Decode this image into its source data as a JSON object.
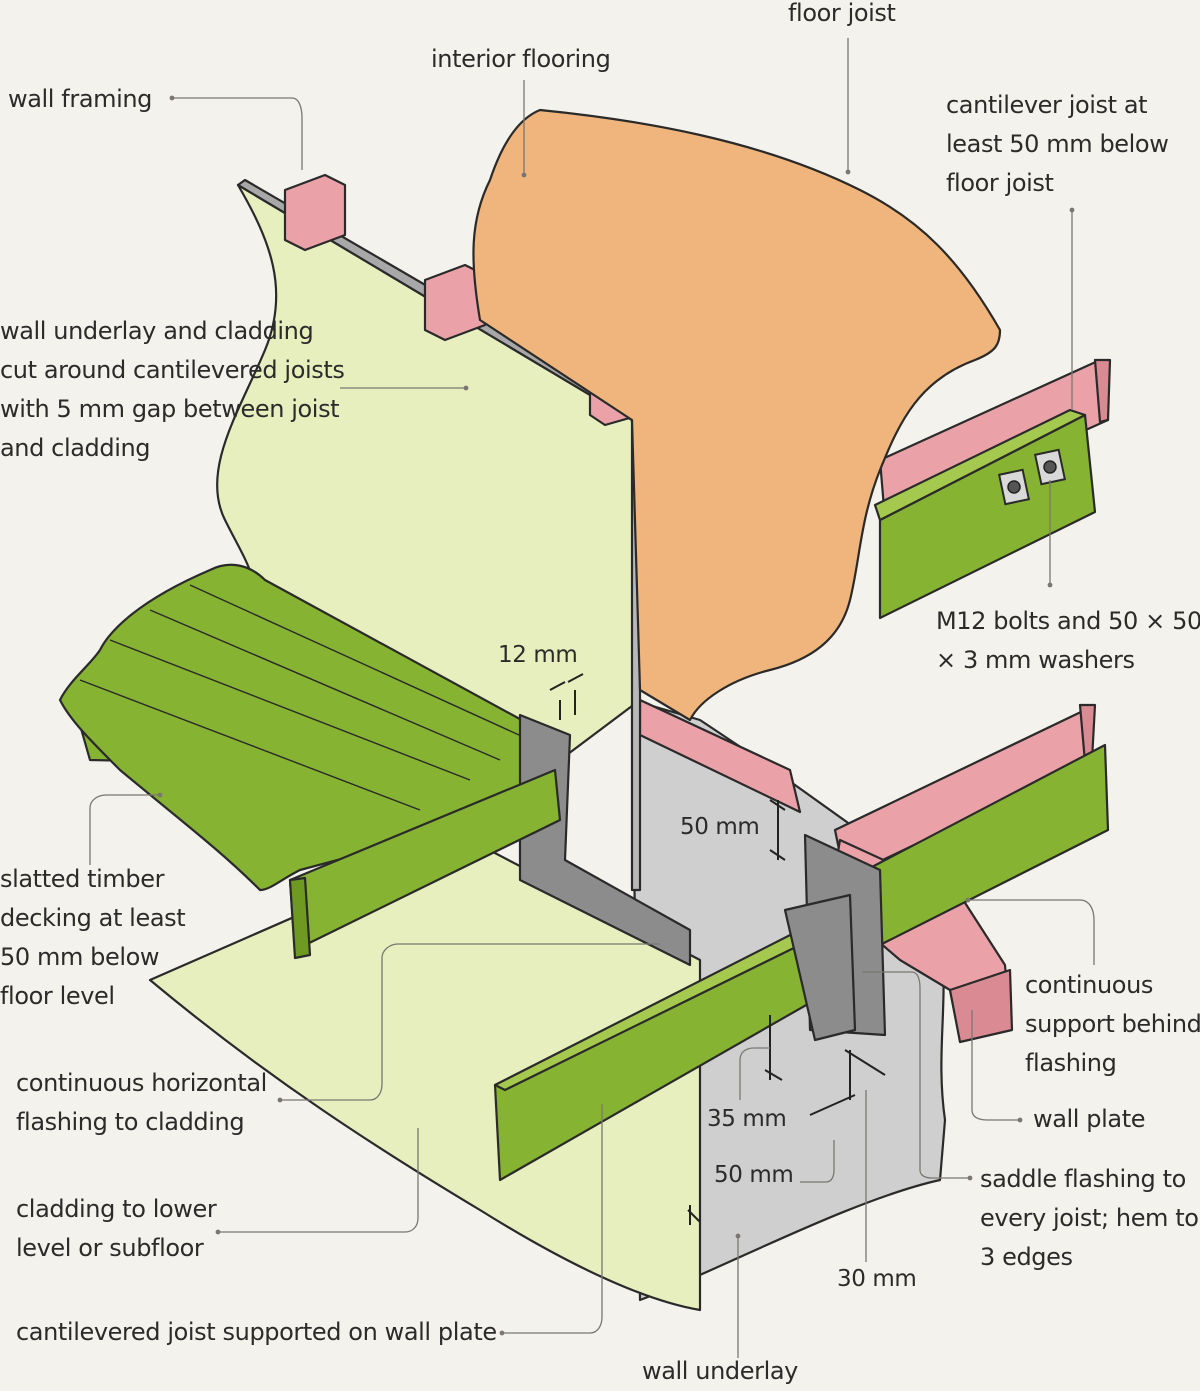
{
  "labels": {
    "floor_joist": "floor joist",
    "interior_flooring": "interior flooring",
    "wall_framing": "wall framing",
    "cantilever_joist": [
      "cantilever joist at",
      "least 50 mm below",
      "floor joist"
    ],
    "wall_underlay_cladding": [
      "wall underlay and cladding",
      "cut around cantilevered joists",
      "with 5 mm gap between joist",
      "and cladding"
    ],
    "m12_bolts": [
      "M12 bolts and 50 × 50",
      "× 3 mm washers"
    ],
    "slatted_decking": [
      "slatted timber",
      "decking at least",
      "50 mm below",
      "floor level"
    ],
    "continuous_support": [
      "continuous",
      "support behind",
      "flashing"
    ],
    "wall_plate": "wall plate",
    "horizontal_flashing": [
      "continuous horizontal",
      "flashing to cladding"
    ],
    "cladding_lower": [
      "cladding to lower",
      "level or subfloor"
    ],
    "saddle_flashing": [
      "saddle flashing to",
      "every joist; hem to",
      "3 edges"
    ],
    "cantilevered_joist_plate": "cantilevered joist supported on wall plate",
    "wall_underlay": "wall underlay"
  },
  "dimensions": {
    "d12": "12 mm",
    "d50_top": "50 mm",
    "d35": "35 mm",
    "d50_bottom": "50 mm",
    "d30": "30 mm"
  },
  "colors": {
    "cladding": "#e7efbf",
    "flooring": "#efb57c",
    "joist_pink": "#eaa2a8",
    "green_timber": "#86b331",
    "underlay_grey": "#cfcfcf",
    "flashing_grey": "#8c8c8c",
    "background": "#f4f2ec"
  }
}
